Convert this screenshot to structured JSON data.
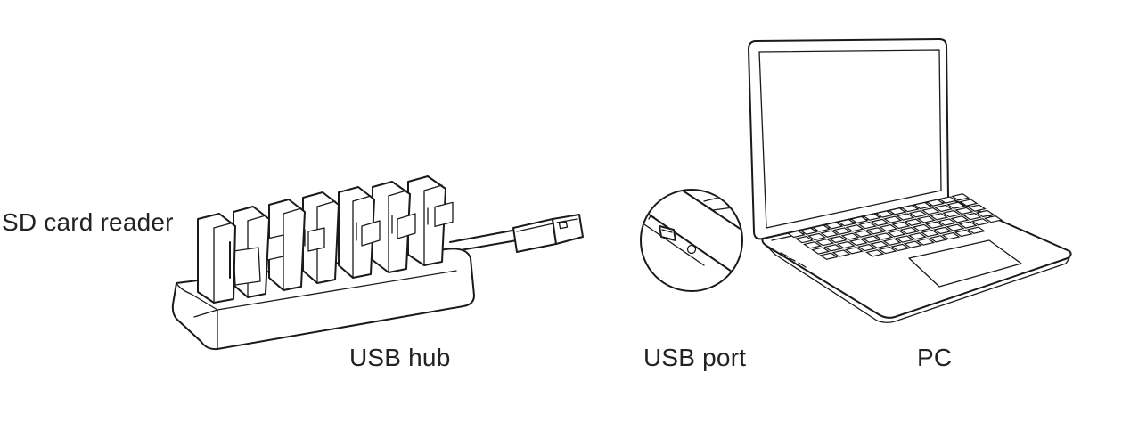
{
  "labels": {
    "sd_card_reader": "SD card reader",
    "usb_hub": "USB hub",
    "usb_port": "USB port",
    "pc": "PC"
  },
  "colors": {
    "line": "#1a1a1a",
    "text": "#222222",
    "background": "#ffffff"
  },
  "hub": {
    "card_reader_count": 7
  }
}
